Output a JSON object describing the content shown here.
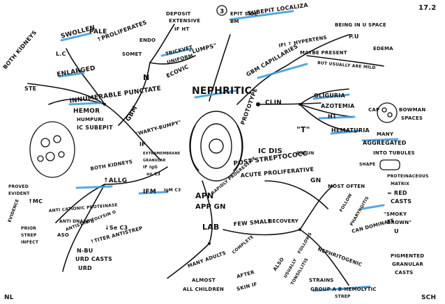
{
  "corner": {
    "date": "17.2",
    "bottom_left": "NL",
    "bottom_right": "SCH",
    "circled_number": "3"
  },
  "center": {
    "title": "NEPHRITIC",
    "prototype": "PROTOTYPE",
    "t_marker": "\"T\""
  },
  "branches": {
    "top_left": {
      "both_kidneys": "BOTH KIDNEYS",
      "ste": "STE",
      "swollen": "SWOLLEN",
      "pale": "PALE",
      "lc": "L.C",
      "enlarged": "ENLARGED",
      "hypercellular": "↑PROLIFERATES",
      "endo": "ENDO",
      "somet": "SOMET",
      "n": "N",
      "inn_hemor": "INNUMERABLE PUNCTATE",
      "hemor": "HEMOR",
      "humpuri": "HUMPURI",
      "ic_subepit": "IC SUBEPIT"
    },
    "top_center": {
      "deposit": "DEPOSIT",
      "extensive": "EXTENSIVE",
      "if_ht": "IF HT",
      "trickvet": "TRICKVET",
      "uniform": "UNIFORM",
      "lumps": "\"LUMPS\"",
      "ecovic": "ECOVIC",
      "gbm": "GBM"
    },
    "top_right": {
      "epit_side": "EPIT SIDE",
      "bm": "BM",
      "subepit_localiz": "SUBEPIT LOCALIZA",
      "gbm_capillaries": "GBM CAPILLARIES",
      "ifi_hypertens": "IFI ↑ HYPERTENS",
      "being_in_space": "BEING IN U SPACE",
      "pu": "P.U",
      "edema": "EDEMA",
      "maybe_present": "MAYBE PRESENT",
      "but_usually": "BUT USUALLY ARE MILD"
    },
    "right_clin": {
      "clin": "CLIN",
      "oliguria": "OLIGURIA",
      "azotemia": "AZOTEMIA",
      "ht": "HT",
      "hematuria": "HEMATURIA",
      "cap": "CAP",
      "bowman": "BOWMAN",
      "spaces": "SPACES",
      "many": "MANY",
      "aggregated": "AGGREGATED",
      "into_tubules": "INTO TUBULES",
      "shape": "SHAPE",
      "proteinaceous": "PROTEINACEOUS",
      "matrix": "MATRIX",
      "red": "= RED",
      "casts": "CASTS",
      "smoky": "\"SMOKY",
      "brown": "BROWN\"",
      "u": "U",
      "can_dominate": "CAN DOMINATE",
      "pigmented": "PIGMENTED",
      "granular": "GRANULAR",
      "casts2": "CASTS"
    },
    "center_left": {
      "wbc": "\"WARTY-BUMPY\"",
      "if_text": "IF",
      "extramem": "EXTRAMEMBRANE",
      "granular": "GRANULAR",
      "if_igg": "IF IgG",
      "on_c3": "on C3"
    },
    "left": {
      "proved": "PROVED",
      "evident": "EVIDENT",
      "mc": "↑MC",
      "both_kidneys2": "BOTH KIDNEYS",
      "alg": "↑ALLG",
      "ifm": "IFM",
      "ifm_c3": "IgM C3",
      "anti_cationic": "ANTI CATIONIC PROTEINASE",
      "anti_dnase": "ANTI DNASE B",
      "aso": "ASO",
      "antistrepto": "ANTISTREPTOLYSIN O",
      "titer": "↑TITER ANTISTREP",
      "c3": "↓Se C3",
      "nbu": "N-BU",
      "urd_casts": "URD CASTS",
      "urd": "URD",
      "evidence": "EVIDENCE",
      "prior": "PRIOR",
      "strep": "STREP",
      "infect": "INFECT"
    },
    "bottom": {
      "ic_dis": "IC DIS",
      "origin": "ORIGIN",
      "post_strepto": "POST STREPTOCOCC",
      "acute_prolif": "ACUTE PROLIFERATIVE",
      "gn": "GN",
      "apn": "APN",
      "app_gn": "APP GN",
      "rapidly": "RAPIDLY PROGRESSIVE",
      "most_often": "MOST OFTEN",
      "follow": "FOLLOW",
      "pharyngitis": "PHARYNGITIS",
      "lab": "LAB",
      "few_small": "FEW SMALL",
      "recovery": "RECOVERY",
      "many_adults": "MANY ADULTS",
      "complete": "COMPLETE",
      "almost": "ALMOST",
      "all_children": "ALL CHILDREN",
      "after": "AFTER",
      "skin_if": "SKIN IF",
      "also": "ALSO",
      "usually": "USUALLY",
      "tonsillitis": "TONSILLITIS",
      "follows": "FOLLOWS",
      "nephritogenic": "NEPHRITOGENIC",
      "strains": "STRAINS",
      "group_a": "GROUP A B-HEMOLYTIC",
      "strep": "STREP"
    }
  }
}
